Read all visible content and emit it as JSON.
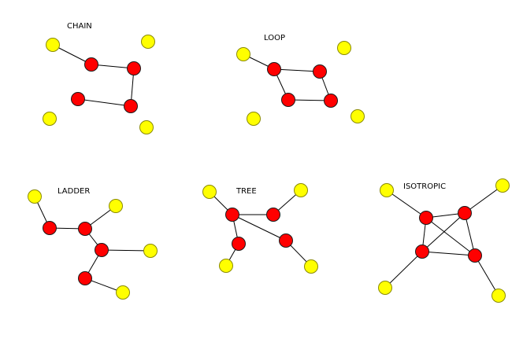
{
  "diagrams": [
    {
      "id": "chain",
      "title": "CHAIN",
      "nodes": [
        {
          "id": "y1",
          "type": "peripheral"
        },
        {
          "id": "y2",
          "type": "peripheral"
        },
        {
          "id": "y3",
          "type": "peripheral"
        },
        {
          "id": "y4",
          "type": "peripheral"
        },
        {
          "id": "r1",
          "type": "core"
        },
        {
          "id": "r2",
          "type": "core"
        },
        {
          "id": "r3",
          "type": "core"
        },
        {
          "id": "r4",
          "type": "core"
        }
      ],
      "edges": [
        [
          "y1",
          "r1"
        ],
        [
          "r1",
          "r2"
        ],
        [
          "r2",
          "r4"
        ],
        [
          "r3",
          "r4"
        ]
      ]
    },
    {
      "id": "loop",
      "title": "LOOP",
      "nodes": [
        {
          "id": "y1",
          "type": "peripheral"
        },
        {
          "id": "y2",
          "type": "peripheral"
        },
        {
          "id": "y3",
          "type": "peripheral"
        },
        {
          "id": "y4",
          "type": "peripheral"
        },
        {
          "id": "r1",
          "type": "core"
        },
        {
          "id": "r2",
          "type": "core"
        },
        {
          "id": "r3",
          "type": "core"
        },
        {
          "id": "r4",
          "type": "core"
        }
      ],
      "edges": [
        [
          "y1",
          "r1"
        ],
        [
          "r1",
          "r2"
        ],
        [
          "r2",
          "r4"
        ],
        [
          "r4",
          "r3"
        ],
        [
          "r3",
          "r1"
        ]
      ]
    },
    {
      "id": "ladder",
      "title": "LADDER",
      "nodes": [
        {
          "id": "y1",
          "type": "peripheral"
        },
        {
          "id": "y2",
          "type": "peripheral"
        },
        {
          "id": "y3",
          "type": "peripheral"
        },
        {
          "id": "y4",
          "type": "peripheral"
        },
        {
          "id": "r1",
          "type": "core"
        },
        {
          "id": "r2",
          "type": "core"
        },
        {
          "id": "r3",
          "type": "core"
        },
        {
          "id": "r4",
          "type": "core"
        }
      ],
      "edges": [
        [
          "y1",
          "r1"
        ],
        [
          "r1",
          "r2"
        ],
        [
          "r2",
          "y2"
        ],
        [
          "r2",
          "r3"
        ],
        [
          "r3",
          "y3"
        ],
        [
          "r3",
          "r4"
        ],
        [
          "r4",
          "y4"
        ]
      ]
    },
    {
      "id": "tree",
      "title": "TREE",
      "nodes": [
        {
          "id": "y1",
          "type": "peripheral"
        },
        {
          "id": "y2",
          "type": "peripheral"
        },
        {
          "id": "y3",
          "type": "peripheral"
        },
        {
          "id": "y4",
          "type": "peripheral"
        },
        {
          "id": "r1",
          "type": "core"
        },
        {
          "id": "r2",
          "type": "core"
        },
        {
          "id": "r3",
          "type": "core"
        },
        {
          "id": "r4",
          "type": "core"
        }
      ],
      "edges": [
        [
          "y1",
          "r1"
        ],
        [
          "r1",
          "r2"
        ],
        [
          "r2",
          "y2"
        ],
        [
          "r1",
          "r3"
        ],
        [
          "r3",
          "y3"
        ],
        [
          "r1",
          "r4"
        ],
        [
          "r4",
          "y4"
        ]
      ]
    },
    {
      "id": "isotropic",
      "title": "ISOTROPIC",
      "nodes": [
        {
          "id": "y1",
          "type": "peripheral"
        },
        {
          "id": "y2",
          "type": "peripheral"
        },
        {
          "id": "y3",
          "type": "peripheral"
        },
        {
          "id": "y4",
          "type": "peripheral"
        },
        {
          "id": "r1",
          "type": "core"
        },
        {
          "id": "r2",
          "type": "core"
        },
        {
          "id": "r3",
          "type": "core"
        },
        {
          "id": "r4",
          "type": "core"
        }
      ],
      "edges": [
        [
          "y1",
          "r1"
        ],
        [
          "y2",
          "r2"
        ],
        [
          "y3",
          "r3"
        ],
        [
          "y4",
          "r4"
        ],
        [
          "r1",
          "r2"
        ],
        [
          "r1",
          "r3"
        ],
        [
          "r1",
          "r4"
        ],
        [
          "r2",
          "r3"
        ],
        [
          "r2",
          "r4"
        ],
        [
          "r3",
          "r4"
        ]
      ]
    }
  ],
  "colors": {
    "core": "#ff0000",
    "peripheral": "#ffff00",
    "edge": "#000000"
  }
}
